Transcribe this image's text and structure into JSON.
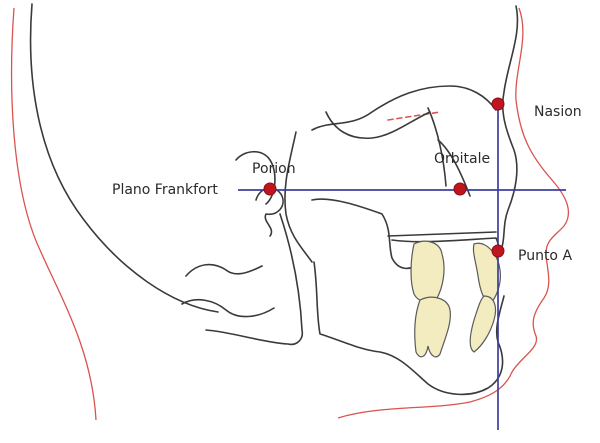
{
  "diagram": {
    "landmarks": {
      "nasion": {
        "label": "Nasion"
      },
      "orbitale": {
        "label": "Orbitale"
      },
      "porion": {
        "label": "Porion"
      },
      "punto_a": {
        "label": "Punto A"
      }
    },
    "reference_lines": {
      "frankfort_plane": {
        "label": "Plano Frankfort"
      },
      "vertical_line": {
        "label": ""
      }
    },
    "colors": {
      "reference_line": "#3b3fa0",
      "landmark": "#c0141e",
      "landmark_outline": "#8a0d14",
      "soft_tissue": "#d9534f",
      "tooth_fill": "#f3ecc0",
      "bone_line": "#3a3a3a"
    }
  }
}
